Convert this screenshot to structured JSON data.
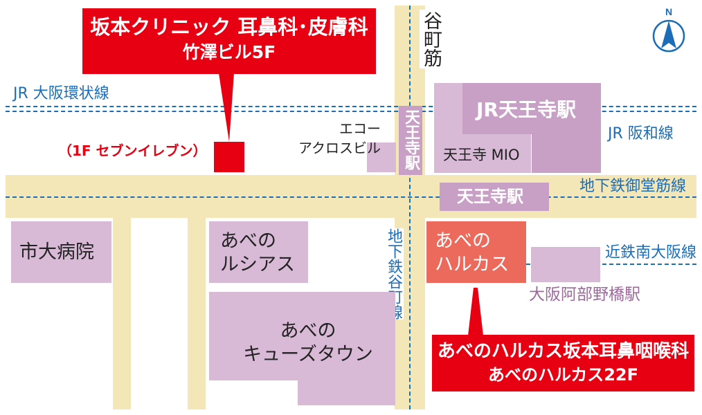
{
  "clinic_top": {
    "name": "坂本クリニック 耳鼻科･皮膚科",
    "building": "竹澤ビル5F",
    "ground_floor": "（1F セブンイレブン）"
  },
  "clinic_bottom": {
    "name": "あべのハルカス坂本耳鼻咽喉科",
    "floor": "あべのハルカス22F"
  },
  "compass": {
    "label": "N"
  },
  "roads": {
    "tanimachi_suji": "谷町筋"
  },
  "rail_lines": {
    "jr_loop": "JR 大阪環状線",
    "jr_hanwa": "JR 阪和線",
    "midosuji": "地下鉄御堂筋線",
    "tanimachi_line": "地下鉄谷町線",
    "kintetsu": "近鉄南大阪線"
  },
  "stations": {
    "jr_tennoji": "JR天王寺駅",
    "subway_tennoji_h": "天王寺駅",
    "tanimachi_tennoji_v": "天王寺駅",
    "abeno_bashi": "大阪阿部野橋駅"
  },
  "buildings": {
    "echo_across": "エコー\nアクロスビル",
    "tennoji_mio": "天王寺 MIO",
    "city_hospital": "市大病院",
    "abeno_lucias": "あべの\nルシアス",
    "abeno_harukas": "あべの\nハルカス",
    "abeno_qs": "あべの\nキューズタウン"
  },
  "colors": {
    "road": "#f4e7b7",
    "rail": "#1b6db7",
    "building": "#d8b9d6",
    "station": "#c8a0c6",
    "harukas": "#ec6a5c",
    "highlight": "#e60012"
  }
}
